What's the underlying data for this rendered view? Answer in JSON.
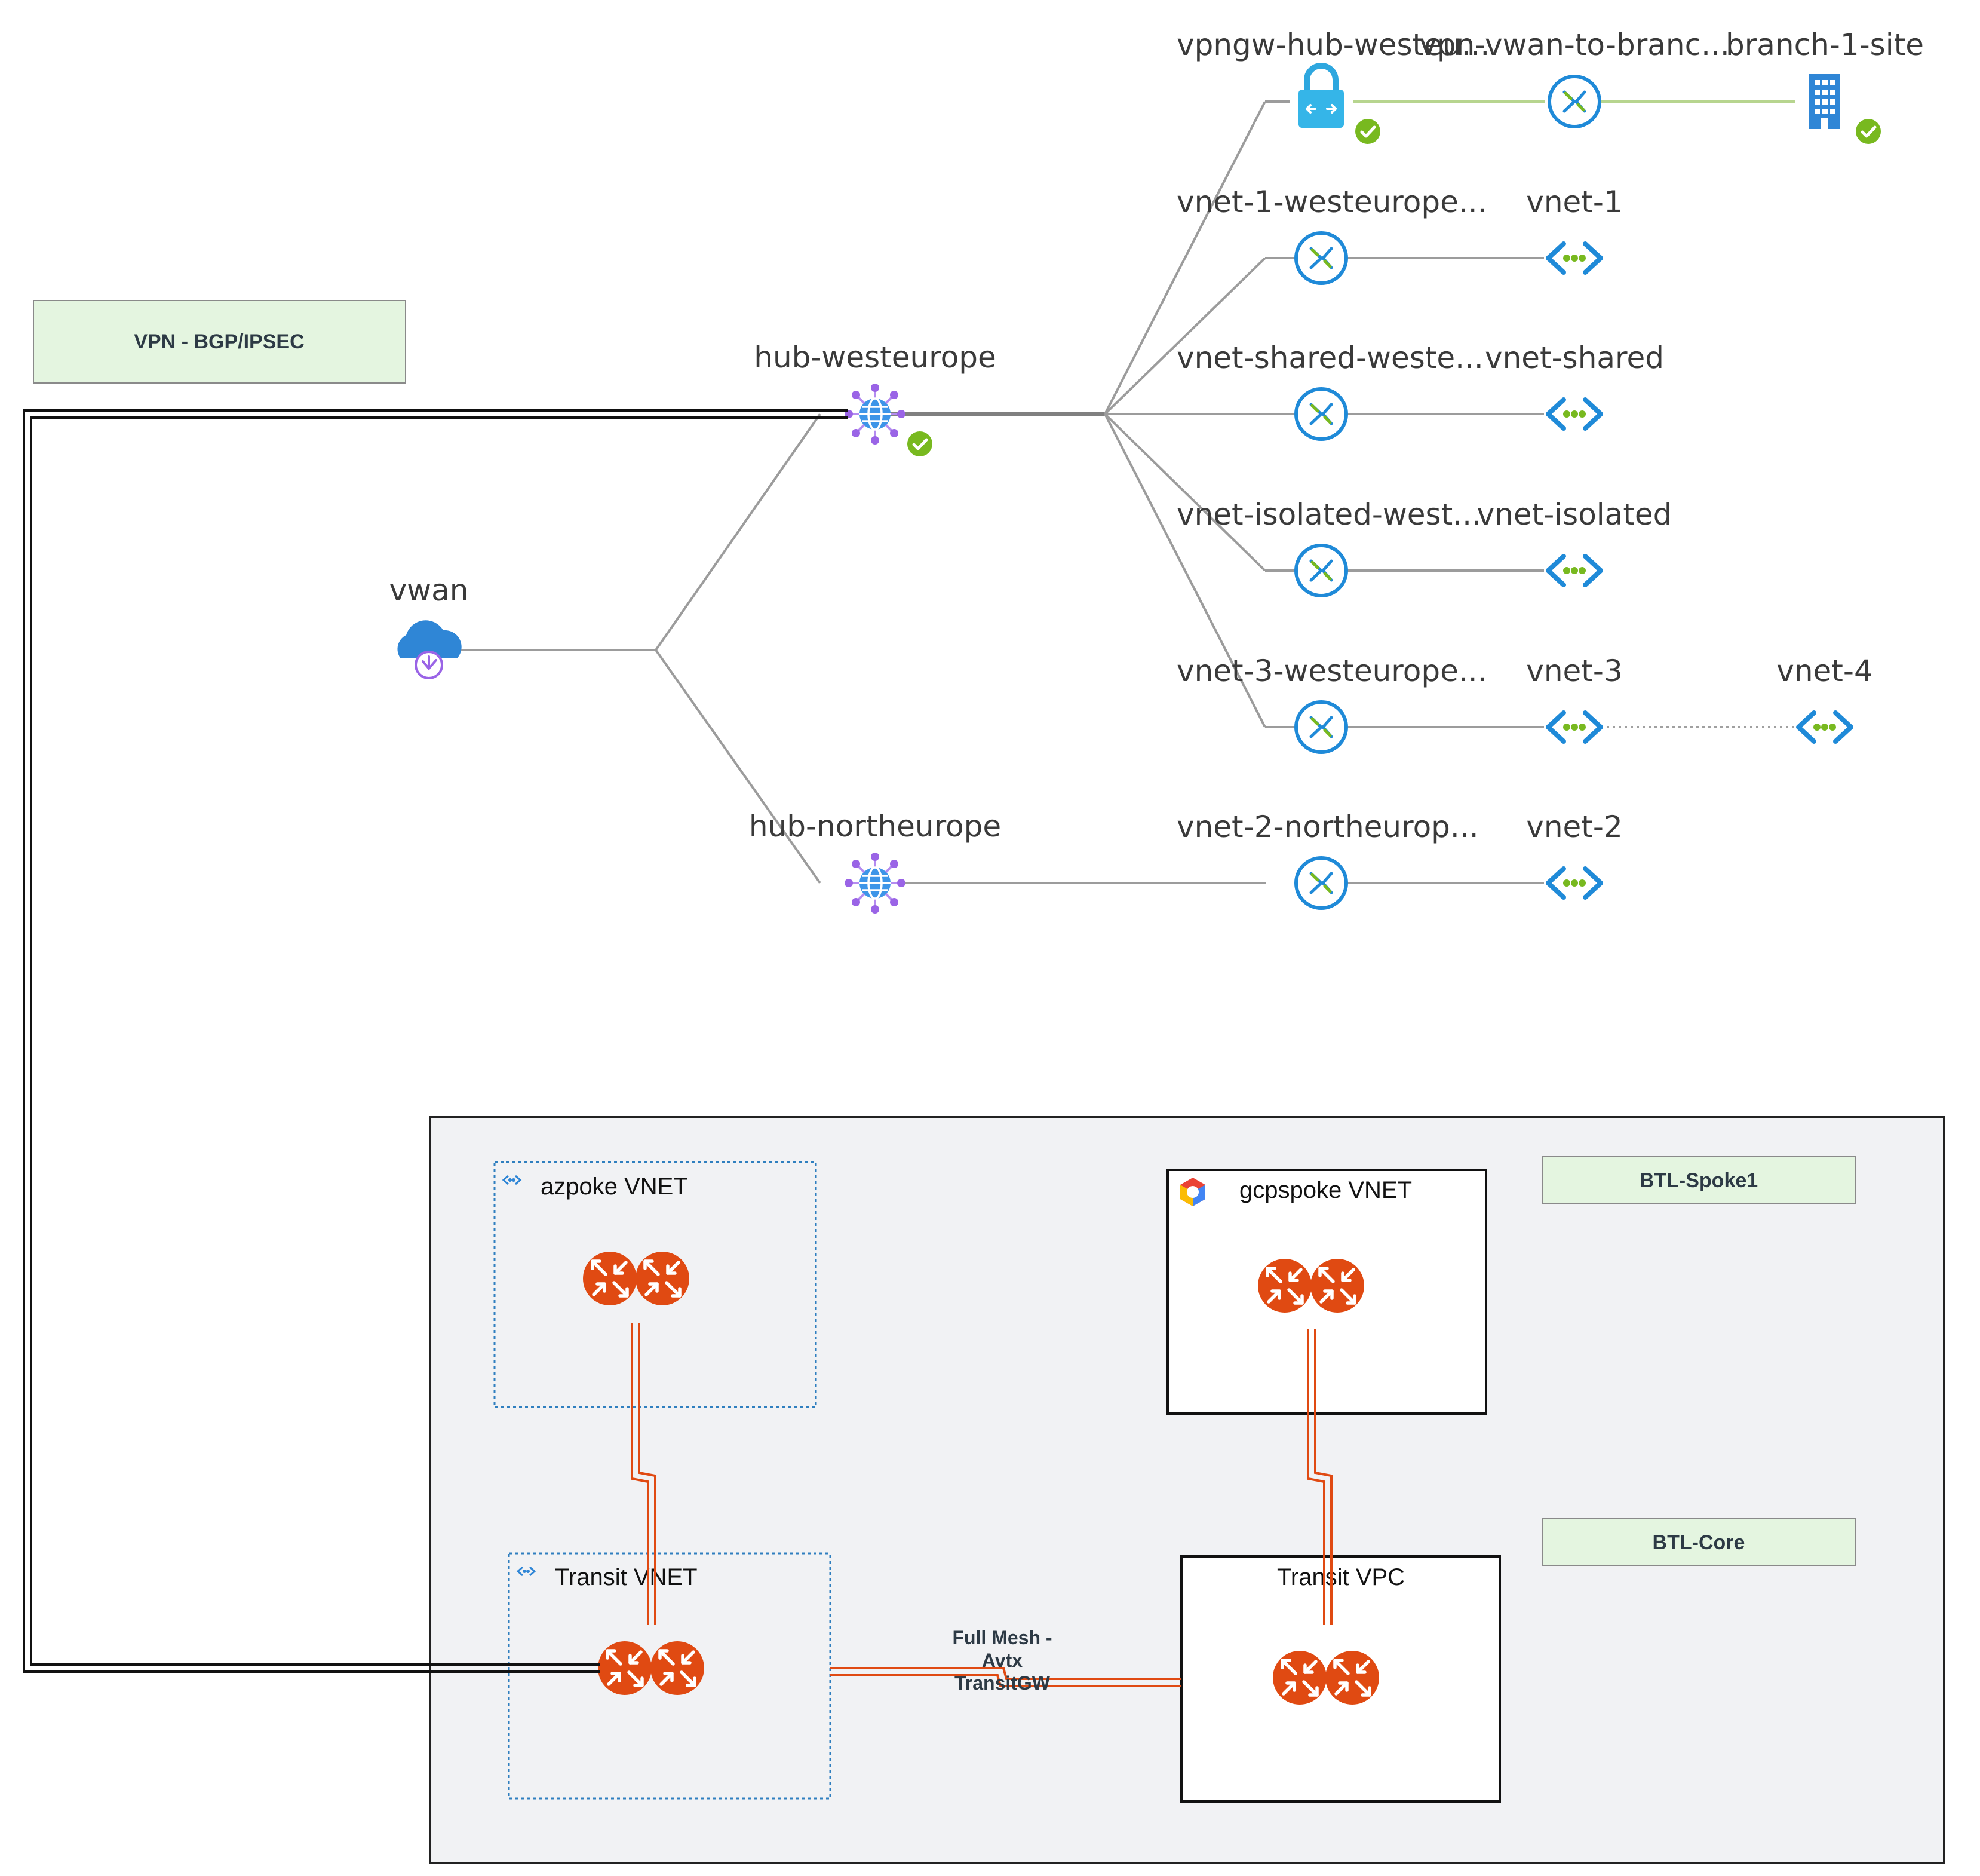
{
  "topology": {
    "vwan": "vwan",
    "hub_west": "hub-westeurope",
    "hub_north": "hub-northeurope",
    "rows": [
      {
        "conn": "vpngw-hub-westeu...",
        "target": "vpn-vwan-to-branc...",
        "extra": "branch-1-site"
      },
      {
        "conn": "vnet-1-westeurope...",
        "target": "vnet-1"
      },
      {
        "conn": "vnet-shared-weste...",
        "target": "vnet-shared"
      },
      {
        "conn": "vnet-isolated-west...",
        "target": "vnet-isolated"
      },
      {
        "conn": "vnet-3-westeurope...",
        "target": "vnet-3",
        "extra": "vnet-4"
      },
      {
        "conn": "vnet-2-northeurop...",
        "target": "vnet-2"
      }
    ]
  },
  "tags": {
    "vpn": "VPN - BGP/IPSEC",
    "spoke": "BTL-Spoke1",
    "core": "BTL-Core"
  },
  "boxes": {
    "azpoke": "azpoke VNET",
    "gcpspoke": "gcpspoke VNET",
    "transit_vnet": "Transit VNET",
    "transit_vpc": "Transit VPC"
  },
  "annotation": {
    "line1": "Full Mesh -",
    "line2": "Avtx",
    "line3": "TransitGW"
  },
  "colors": {
    "azure_blue": "#1f8ad8",
    "status_green": "#78b91f",
    "router_orange": "#e04a12",
    "tag_fill": "#e4f5e0",
    "panel_fill": "#f1f2f4"
  }
}
